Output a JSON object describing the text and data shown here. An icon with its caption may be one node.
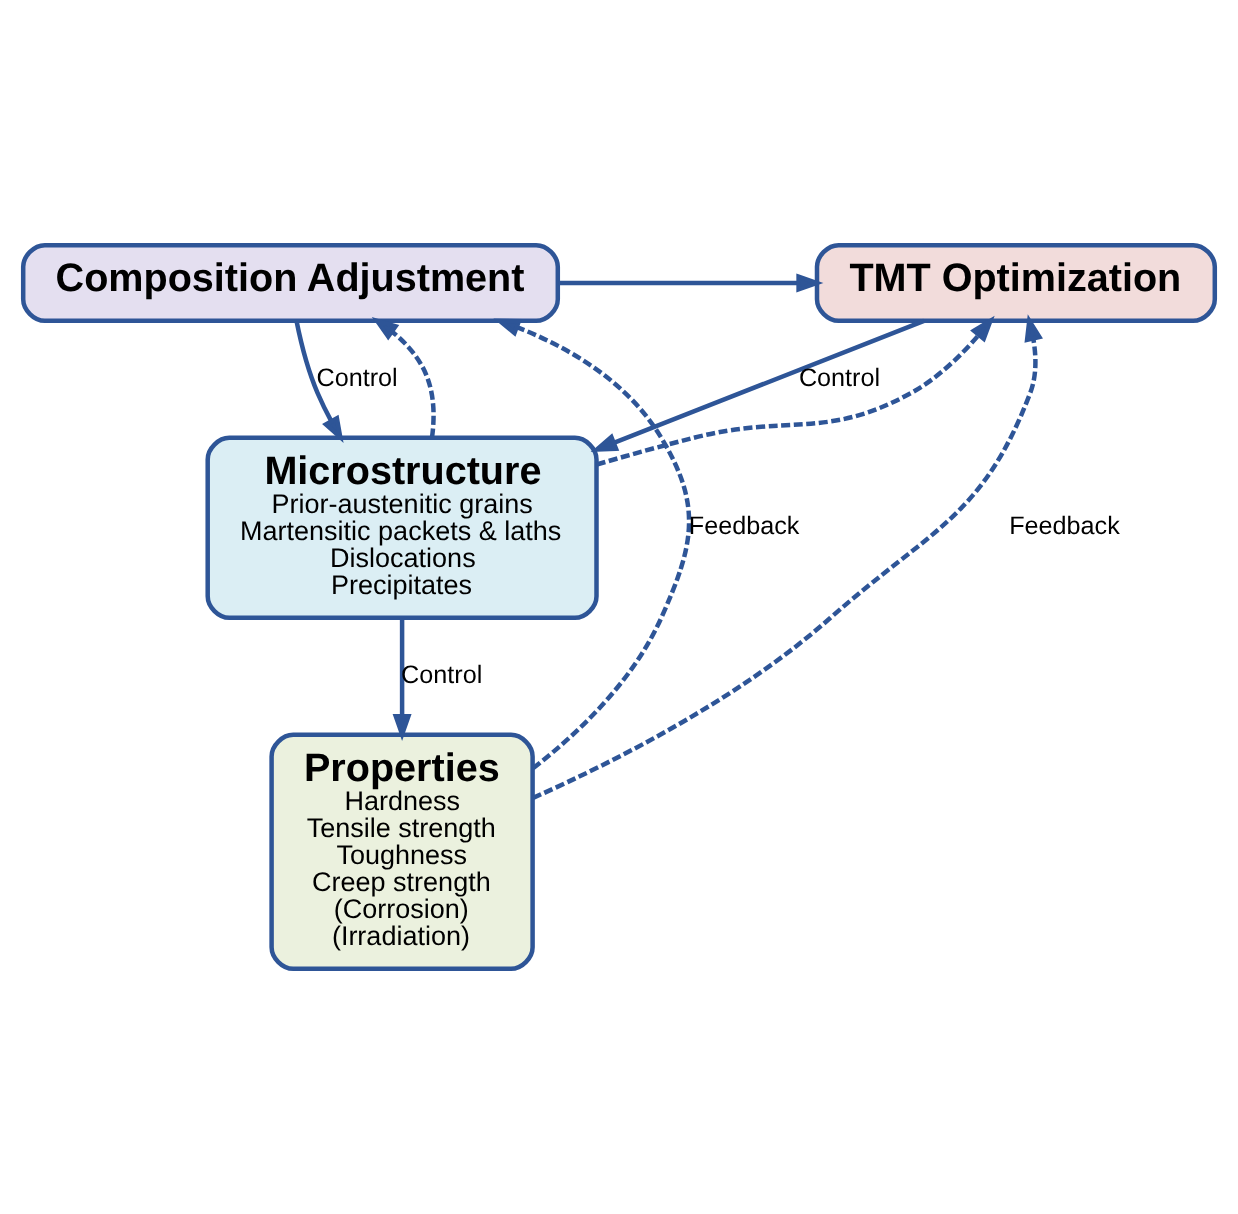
{
  "diagram": {
    "nodes": [
      {
        "text": [
          "Composition Adjustment"
        ]
      },
      {
        "text": [
          "TMT Optimization"
        ]
      },
      {
        "text": [
          "Microstructure",
          "Prior-austenitic grains",
          "Martensitic packets & laths",
          "Dislocations",
          "Precipitates"
        ]
      },
      {
        "text": [
          "Properties",
          "Hardness",
          "Tensile strength",
          "Toughness",
          "Creep strength",
          "(Corrosion)",
          "(Irradiation)"
        ]
      }
    ],
    "edges": [
      {
        "from": 0,
        "to": 1,
        "arrow": "to"
      },
      {
        "from": 0,
        "to": 2,
        "arrow": "to",
        "label": "Control"
      },
      {
        "from": 1,
        "to": 2,
        "arrow": "to",
        "label": "Control"
      },
      {
        "from": 2,
        "to": 3,
        "arrow": "to",
        "label": "Control"
      },
      {
        "from": 2,
        "to": 0,
        "arrow": "to",
        "style": "dashed"
      },
      {
        "from": 3,
        "to": 0,
        "arrow": "to",
        "style": "dashed",
        "label": "Feedback"
      },
      {
        "from": 2,
        "to": 1,
        "arrow": "to",
        "style": "dashed"
      },
      {
        "from": 3,
        "to": 1,
        "arrow": "to",
        "style": "dashed",
        "label": "Feedback"
      }
    ]
  }
}
